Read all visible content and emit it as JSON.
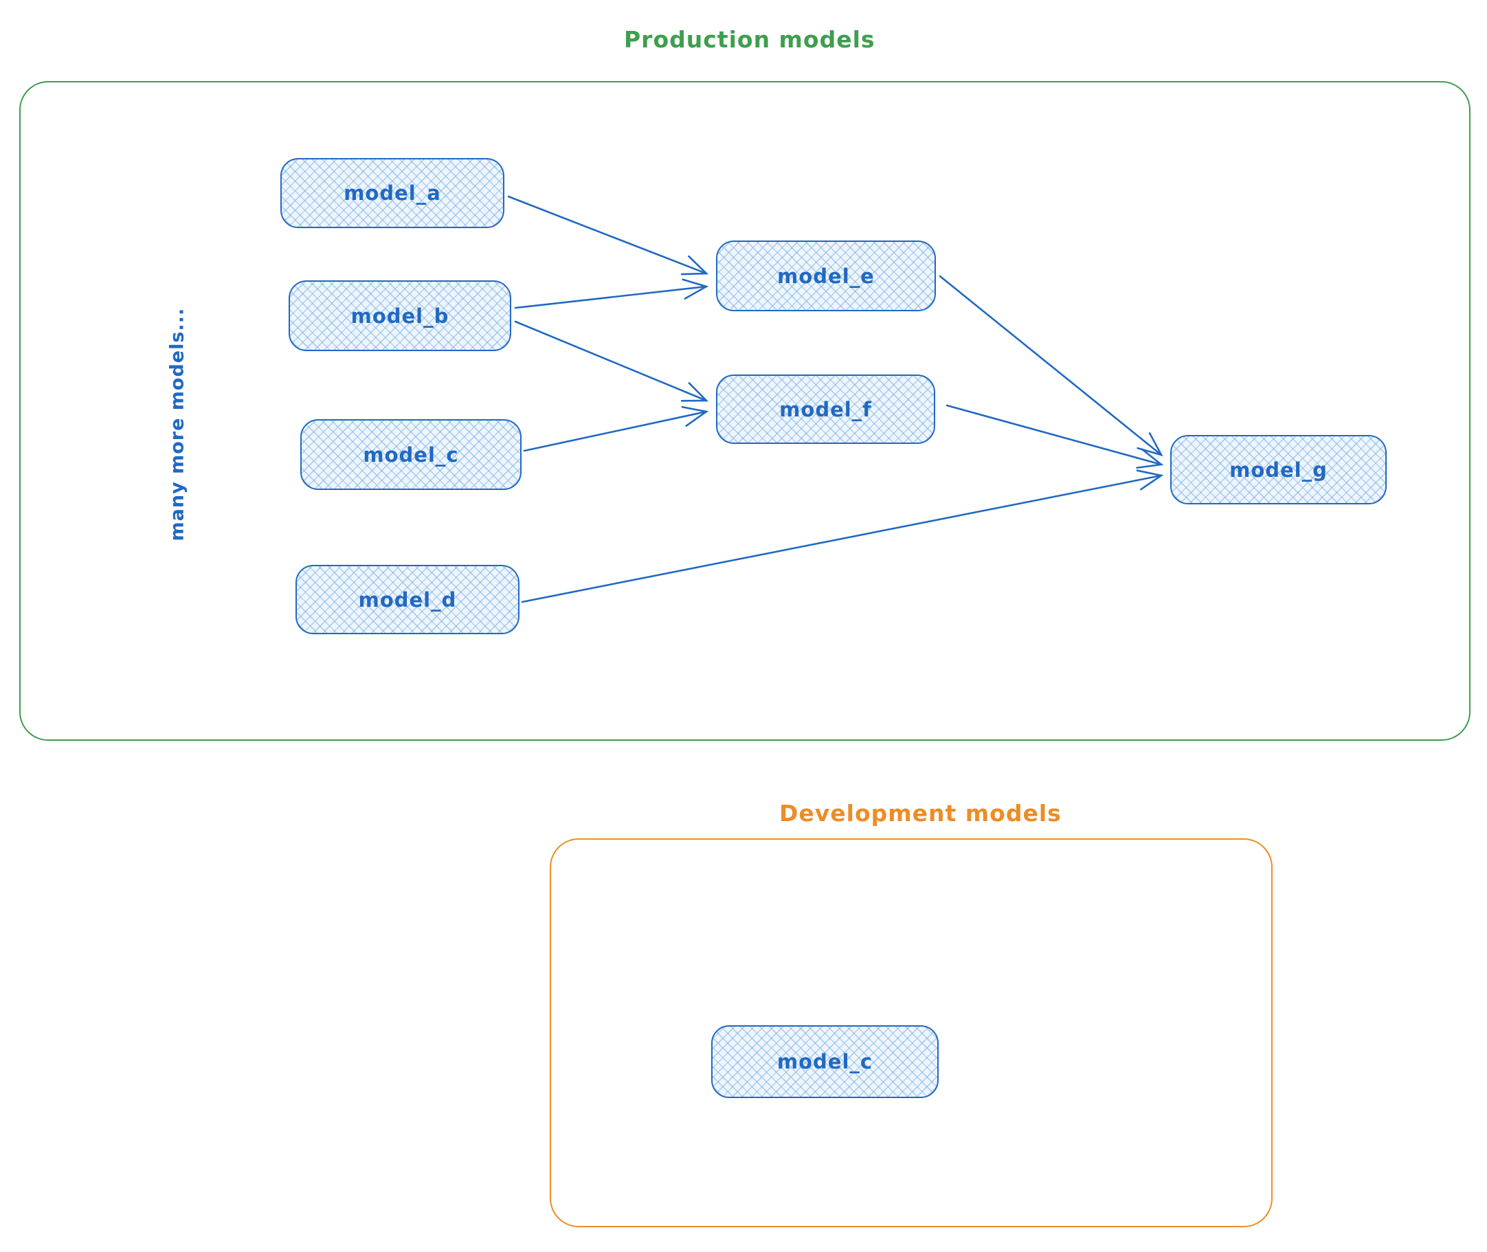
{
  "production": {
    "title": "Production models",
    "side_note": "many more models...",
    "nodes": {
      "a": "model_a",
      "b": "model_b",
      "c": "model_c",
      "d": "model_d",
      "e": "model_e",
      "f": "model_f",
      "g": "model_g"
    }
  },
  "development": {
    "title": "Development models",
    "nodes": {
      "c": "model_c"
    }
  },
  "edges": [
    {
      "from": "model_a",
      "to": "model_e"
    },
    {
      "from": "model_b",
      "to": "model_e"
    },
    {
      "from": "model_b",
      "to": "model_f"
    },
    {
      "from": "model_c",
      "to": "model_f"
    },
    {
      "from": "model_e",
      "to": "model_g"
    },
    {
      "from": "model_f",
      "to": "model_g"
    },
    {
      "from": "model_d",
      "to": "model_g"
    }
  ],
  "colors": {
    "production_border": "#3f9e4f",
    "development_border": "#ec8d26",
    "node_stroke": "#2169c2",
    "node_fill": "#eef5fd"
  }
}
